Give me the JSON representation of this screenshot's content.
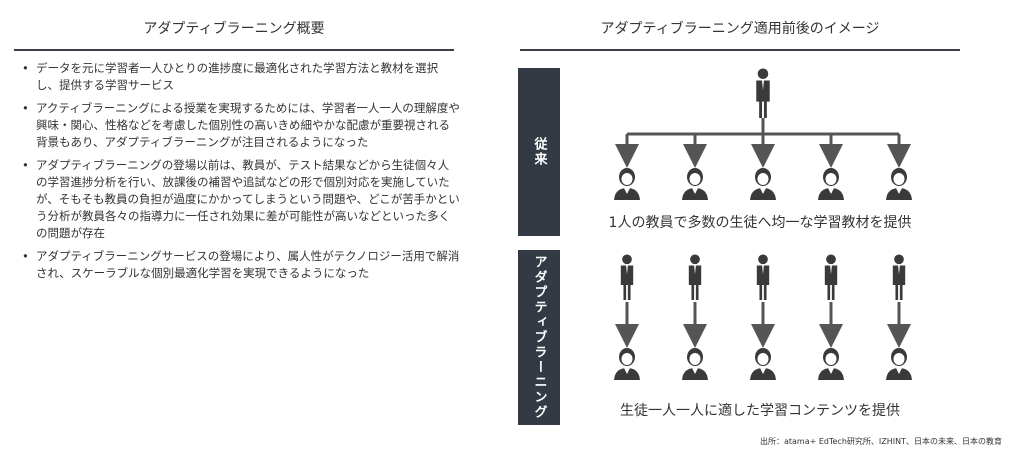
{
  "left": {
    "title": "アダプティブラーニング概要",
    "bullets": [
      "データを元に学習者一人ひとりの進捗度に最適化された学習方法と教材を選択し、提供する学習サービス",
      "アクティブラーニングによる授業を実現するためには、学習者一人一人の理解度や興味・関心、性格などを考慮した個別性の高いきめ細やかな配慮が重要視される背景もあり、アダプティブラーニングが注目されるようになった",
      "アダプティブラーニングの登場以前は、教員が、テスト結果などから生徒個々人の学習進捗分析を行い、放課後の補習や追試などの形で個別対応を実施していたが、そもそも教員の負担が過度にかかってしまうという問題や、どこが苦手かという分析が教員各々の指導力に一任され効果に差が可能性が高いなどといった多くの問題が存在",
      "アダプティブラーニングサービスの登場により、属人性がテクノロジー活用で解消され、スケーラブルな個別最適化学習を実現できるようになった"
    ]
  },
  "right": {
    "title": "アダプティブラーニング適用前後のイメージ",
    "traditional": {
      "label": "従来",
      "caption": "1人の教員で多数の生徒へ均一な学習教材を提供"
    },
    "adaptive": {
      "label": "アダプティブラーニング",
      "caption": "生徒一人一人に適した学習コンテンツを提供"
    },
    "icons": {
      "teacher": "teacher-icon",
      "student": "student-icon"
    }
  },
  "source": "出所：atama+ EdTech研究所、IZHINT、日本の未来、日本の教育"
}
